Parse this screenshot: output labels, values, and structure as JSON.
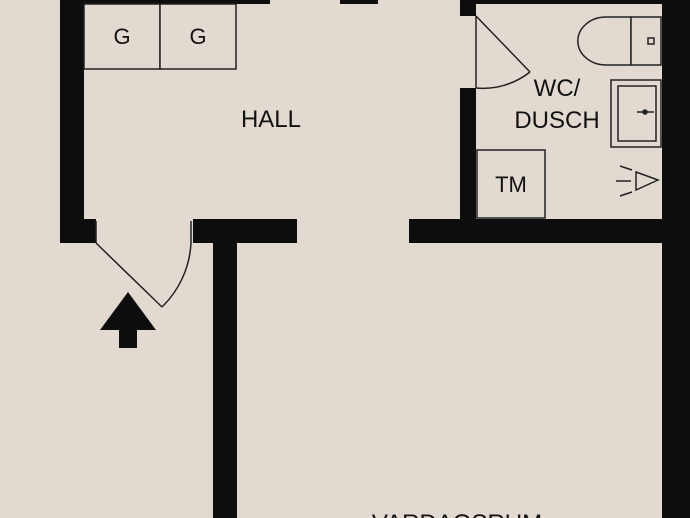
{
  "colors": {
    "background": "#e2dad0",
    "wall": "#0d0d0d",
    "line": "#222222",
    "fixture_fill": "#e2dad0"
  },
  "rooms": {
    "hall": "HALL",
    "wc_line1": "WC/",
    "wc_line2": "DUSCH",
    "living_partial": "VARDAGSRUM"
  },
  "fixtures": {
    "cabinet_left": "G",
    "cabinet_right": "G",
    "washer": "TM"
  },
  "icons": {
    "entrance": "entrance-arrow-icon",
    "light": "ceiling-light-icon"
  }
}
